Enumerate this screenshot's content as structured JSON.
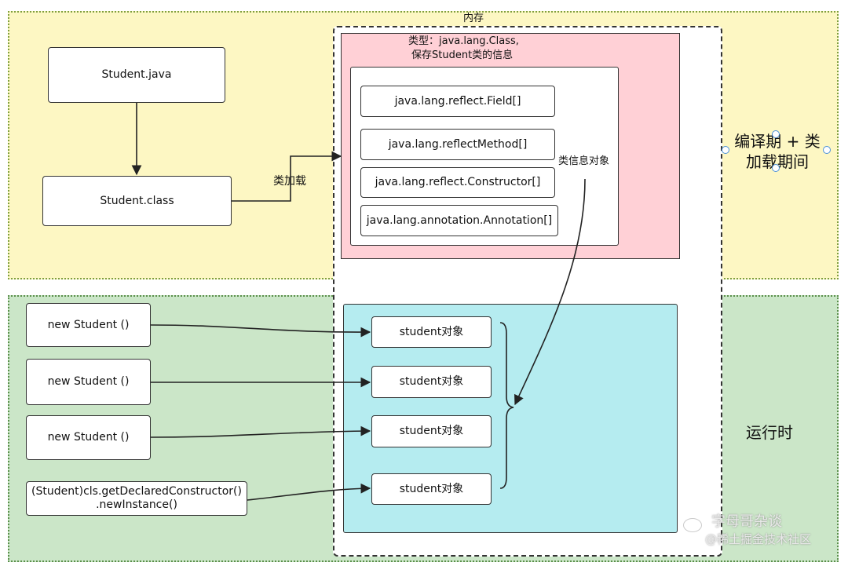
{
  "memory_label": "内存",
  "class_object": {
    "title_line1": "类型：java.lang.Class,",
    "title_line2": "保存Student类的信息",
    "info_label": "类信息对象",
    "members": [
      "java.lang.reflect.Field[]",
      "java.lang.reflectMethod[]",
      "java.lang.reflect.Constructor[]",
      "java.lang.annotation.Annotation[]"
    ]
  },
  "compile_phase": {
    "source_file": "Student.java",
    "class_file": "Student.class",
    "load_label": "类加载",
    "phase_label_line1": "编译期 + 类",
    "phase_label_line2": "加载期间"
  },
  "runtime_phase": {
    "phase_label": "运行时",
    "creators": [
      "new Student  ()",
      "new Student  ()",
      "new Student  ()",
      "(Student)cls.getDeclaredConstructor()",
      ".newInstance()"
    ],
    "instances": [
      "student对象",
      "student对象",
      "student对象",
      "student对象"
    ]
  },
  "watermark": {
    "line1": "字母哥杂谈",
    "line2": "@稀土掘金技术社区"
  }
}
